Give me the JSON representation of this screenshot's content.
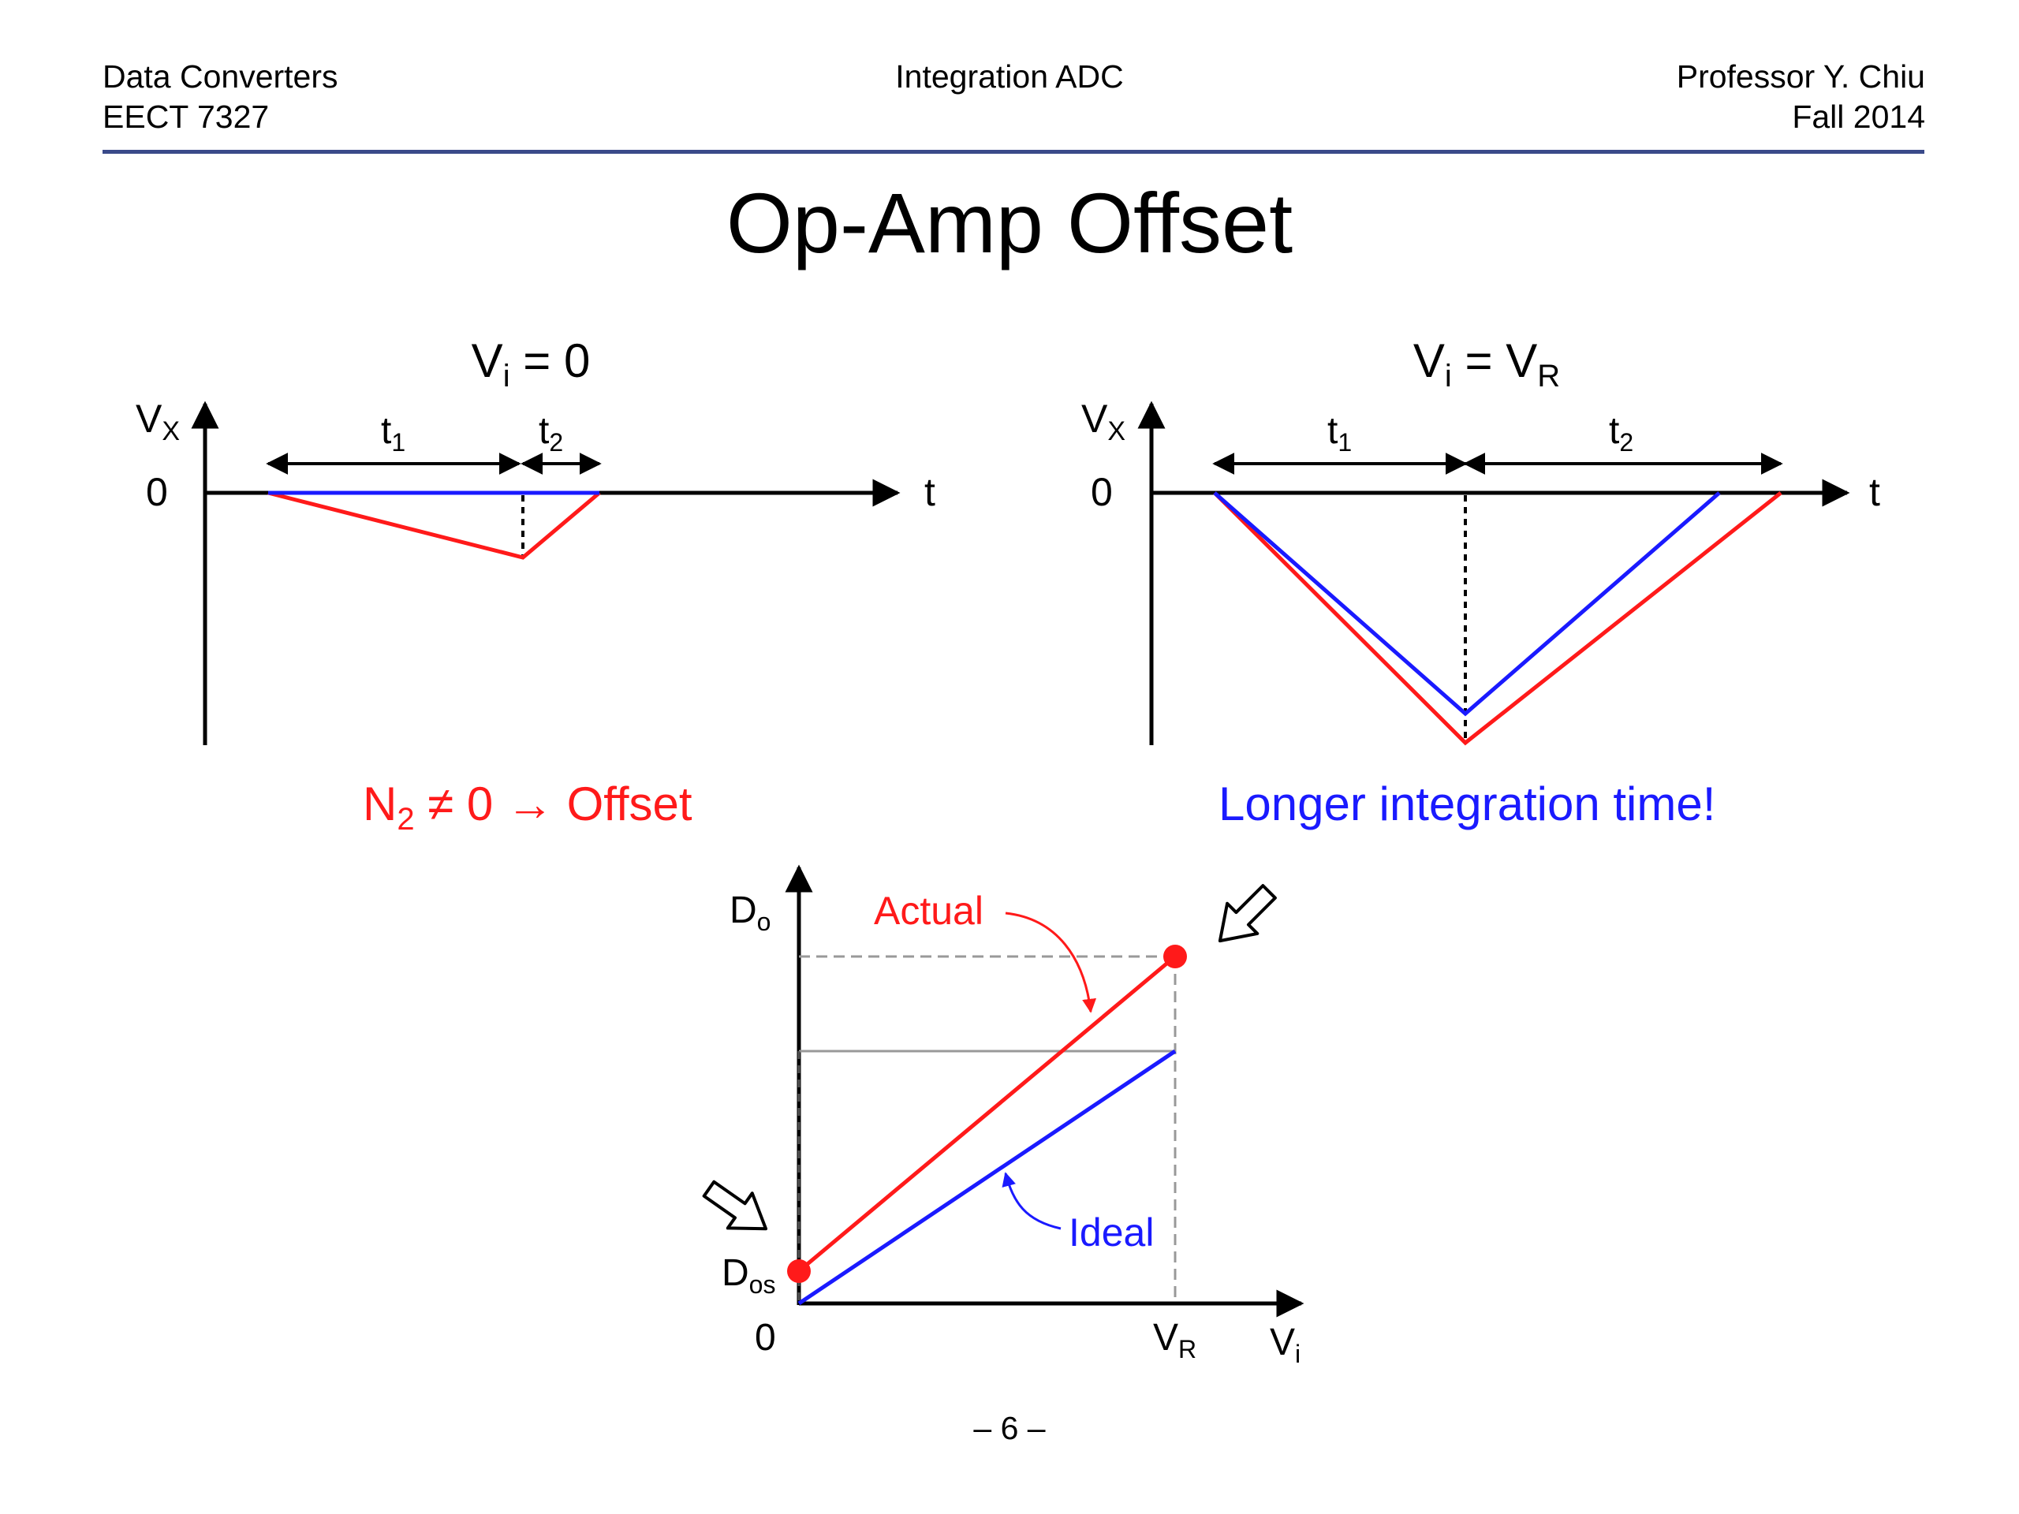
{
  "header": {
    "left": [
      "Data Converters",
      "EECT 7327"
    ],
    "center": "Integration ADC",
    "right": [
      "Professor Y. Chiu",
      "Fall 2014"
    ]
  },
  "title": "Op-Amp Offset",
  "colors": {
    "actual": "#ff1a1a",
    "ideal": "#1a1aff",
    "header_rule": "#3a4a8a"
  },
  "panel_left": {
    "heading": {
      "main": "V",
      "sub": "i",
      "rest": " = 0"
    },
    "y_axis": {
      "main": "V",
      "sub": "X"
    },
    "x_axis": "t",
    "origin": "0",
    "t1": {
      "main": "t",
      "sub": "1"
    },
    "t2": {
      "main": "t",
      "sub": "2"
    },
    "caption": {
      "a": "N",
      "sub": "2",
      "b": " ≠ 0 → Offset"
    }
  },
  "panel_right": {
    "heading": {
      "main": "V",
      "sub": "i",
      "rest": " = V",
      "sub2": "R"
    },
    "y_axis": {
      "main": "V",
      "sub": "X"
    },
    "x_axis": "t",
    "origin": "0",
    "t1": {
      "main": "t",
      "sub": "1"
    },
    "t2": {
      "main": "t",
      "sub": "2"
    },
    "caption": "Longer integration time!"
  },
  "transfer": {
    "y_axis": {
      "main": "D",
      "sub": "o"
    },
    "x_axis": {
      "main": "V",
      "sub": "i"
    },
    "origin": "0",
    "vr": {
      "main": "V",
      "sub": "R"
    },
    "dos": {
      "main": "D",
      "sub": "os"
    },
    "actual_label": "Actual",
    "ideal_label": "Ideal"
  },
  "page_number": "– 6 –"
}
